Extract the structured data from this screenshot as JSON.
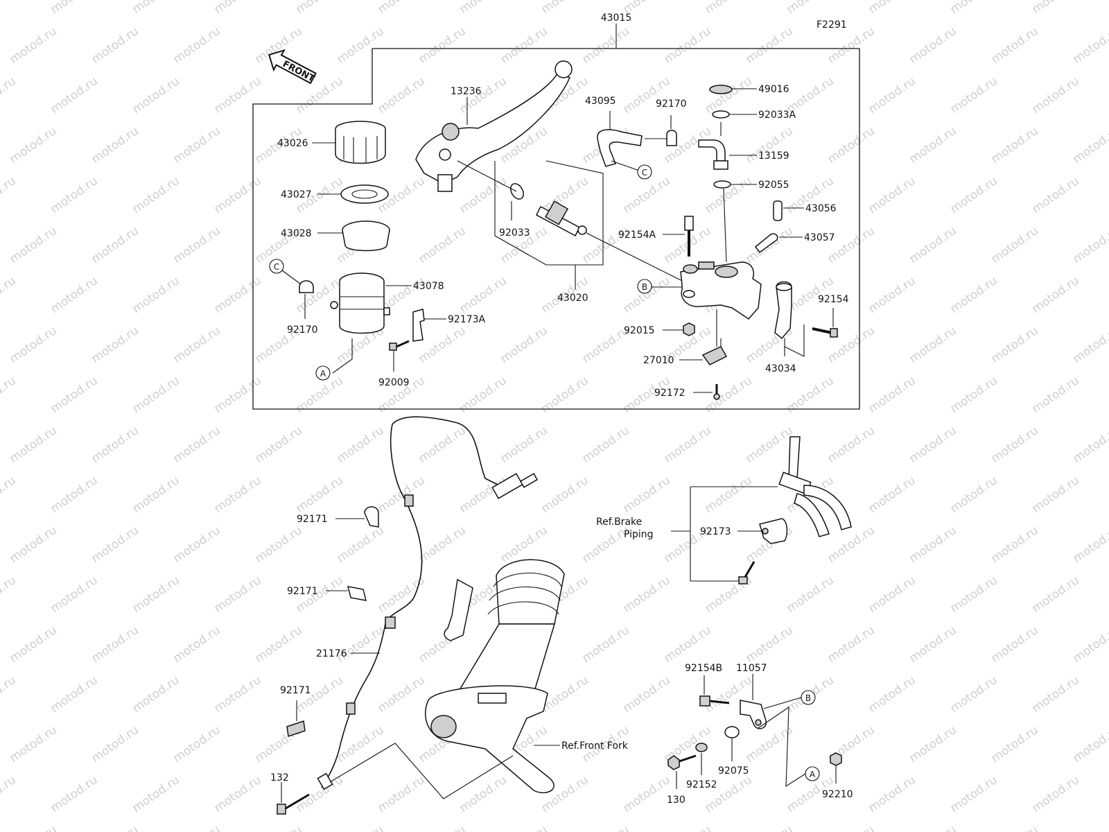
{
  "figure_code": "F2291",
  "front_label": "FRONT",
  "callout_letters": [
    "A",
    "B",
    "C"
  ],
  "watermark": "motod.ru",
  "labels": {
    "p43015": "43015",
    "p13236": "13236",
    "p43095": "43095",
    "p92170_top": "92170",
    "p49016": "49016",
    "p92033A": "92033A",
    "p13159": "13159",
    "p92055": "92055",
    "p43056": "43056",
    "p43057": "43057",
    "p92154A": "92154A",
    "p43026": "43026",
    "p43027": "43027",
    "p43028": "43028",
    "p43078": "43078",
    "p92170_left": "92170",
    "p92173A": "92173A",
    "p92009": "92009",
    "p92033": "92033",
    "p43020": "43020",
    "p92154": "92154",
    "p92015": "92015",
    "p27010": "27010",
    "p43034": "43034",
    "p92172": "92172",
    "p92171_a": "92171",
    "p92171_b": "92171",
    "p92171_c": "92171",
    "p21176": "21176",
    "p132": "132",
    "ref_brake_1": "Ref.Brake",
    "ref_brake_2": "Piping",
    "p92173": "92173",
    "ref_front_fork": "Ref.Front Fork",
    "p92154B": "92154B",
    "p11057": "11057",
    "p92075": "92075",
    "p92152": "92152",
    "p130": "130",
    "p92210": "92210"
  }
}
